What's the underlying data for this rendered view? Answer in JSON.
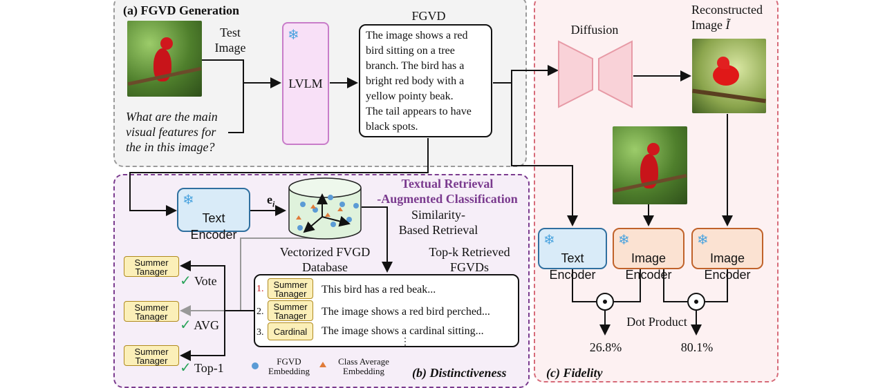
{
  "panel_a": {
    "title": "(a) FGVD Generation",
    "test_image_label": "Test\nImage",
    "question": "What are the main visual features for the in this image?",
    "question_lines": [
      "What are the main",
      "visual features for",
      "the in this image?"
    ],
    "lvlm_label": "LVLM",
    "fgvd_title": "FGVD",
    "fgvd_lines": [
      "The image shows a red",
      "bird sitting on a tree",
      "branch. The bird has a",
      "bright red body with a",
      "yellow pointy beak.",
      "The tail appears to have",
      "black spots."
    ]
  },
  "panel_b": {
    "title_lines": [
      "Textual Retrieval",
      "-Augmented Classification"
    ],
    "text_encoder": "Text\nEncoder",
    "embedding_symbol": "e",
    "embedding_subscript": "i",
    "similarity_label": [
      "Similarity-",
      "Based Retrieval"
    ],
    "database_label": [
      "Vectorized FVGD",
      "Database"
    ],
    "topk_label": [
      "Top-k Retrieved",
      "FGVDs"
    ],
    "retrieved": [
      {
        "index": "1.",
        "class_lines": [
          "Summer",
          "Tanager"
        ],
        "text": "This bird has a red beak..."
      },
      {
        "index": "2.",
        "class_lines": [
          "Summer",
          "Tanager"
        ],
        "text": "The image shows a red bird perched..."
      },
      {
        "index": "3.",
        "class_lines": [
          "Cardinal"
        ],
        "text": "The image shows a cardinal sitting..."
      }
    ],
    "ellipsis": "⋮",
    "predictions": [
      {
        "class_lines": [
          "Summer",
          "Tanager"
        ],
        "method": "Vote"
      },
      {
        "class_lines": [
          "Summer",
          "Tanager"
        ],
        "method": "AVG"
      },
      {
        "class_lines": [
          "Summer",
          "Tanager"
        ],
        "method": "Top-1"
      }
    ],
    "legend": [
      {
        "label": [
          "FGVD",
          "Embedding"
        ],
        "color": "#5b9bd5",
        "shape": "circle"
      },
      {
        "label": [
          "Class Average",
          "Embedding"
        ],
        "color": "#e07b39",
        "shape": "triangle"
      }
    ],
    "caption": "(b) Distinctiveness"
  },
  "panel_c": {
    "diffusion_label": "Diffusion",
    "reconstructed_label": "Reconstructed",
    "reconstructed_label2": "Image",
    "reconstructed_symbol": "Ĩ",
    "text_encoder": "Text\nEncoder",
    "image_encoder_1": "Image\nEncoder",
    "image_encoder_2": "Image\nEncoder",
    "dot_product_label": "Dot Product",
    "dot_symbol": "⊙",
    "score_1": "26.8%",
    "score_2": "80.1%",
    "caption": "(c) Fidelity"
  },
  "colors": {
    "lvlm_fill": "#f8e0f7",
    "text_encoder_fill": "#d9ebf8",
    "image_encoder_fill": "#fbe2d2",
    "title_purple": "#7a3a8e",
    "diffusion_fill": "#f9d2d8",
    "snowflake": "#4aa3df",
    "check": "#2aa35a"
  },
  "icons": [
    "snowflake-icon",
    "checkmark-icon",
    "database-cylinder-icon",
    "bird-photo"
  ]
}
